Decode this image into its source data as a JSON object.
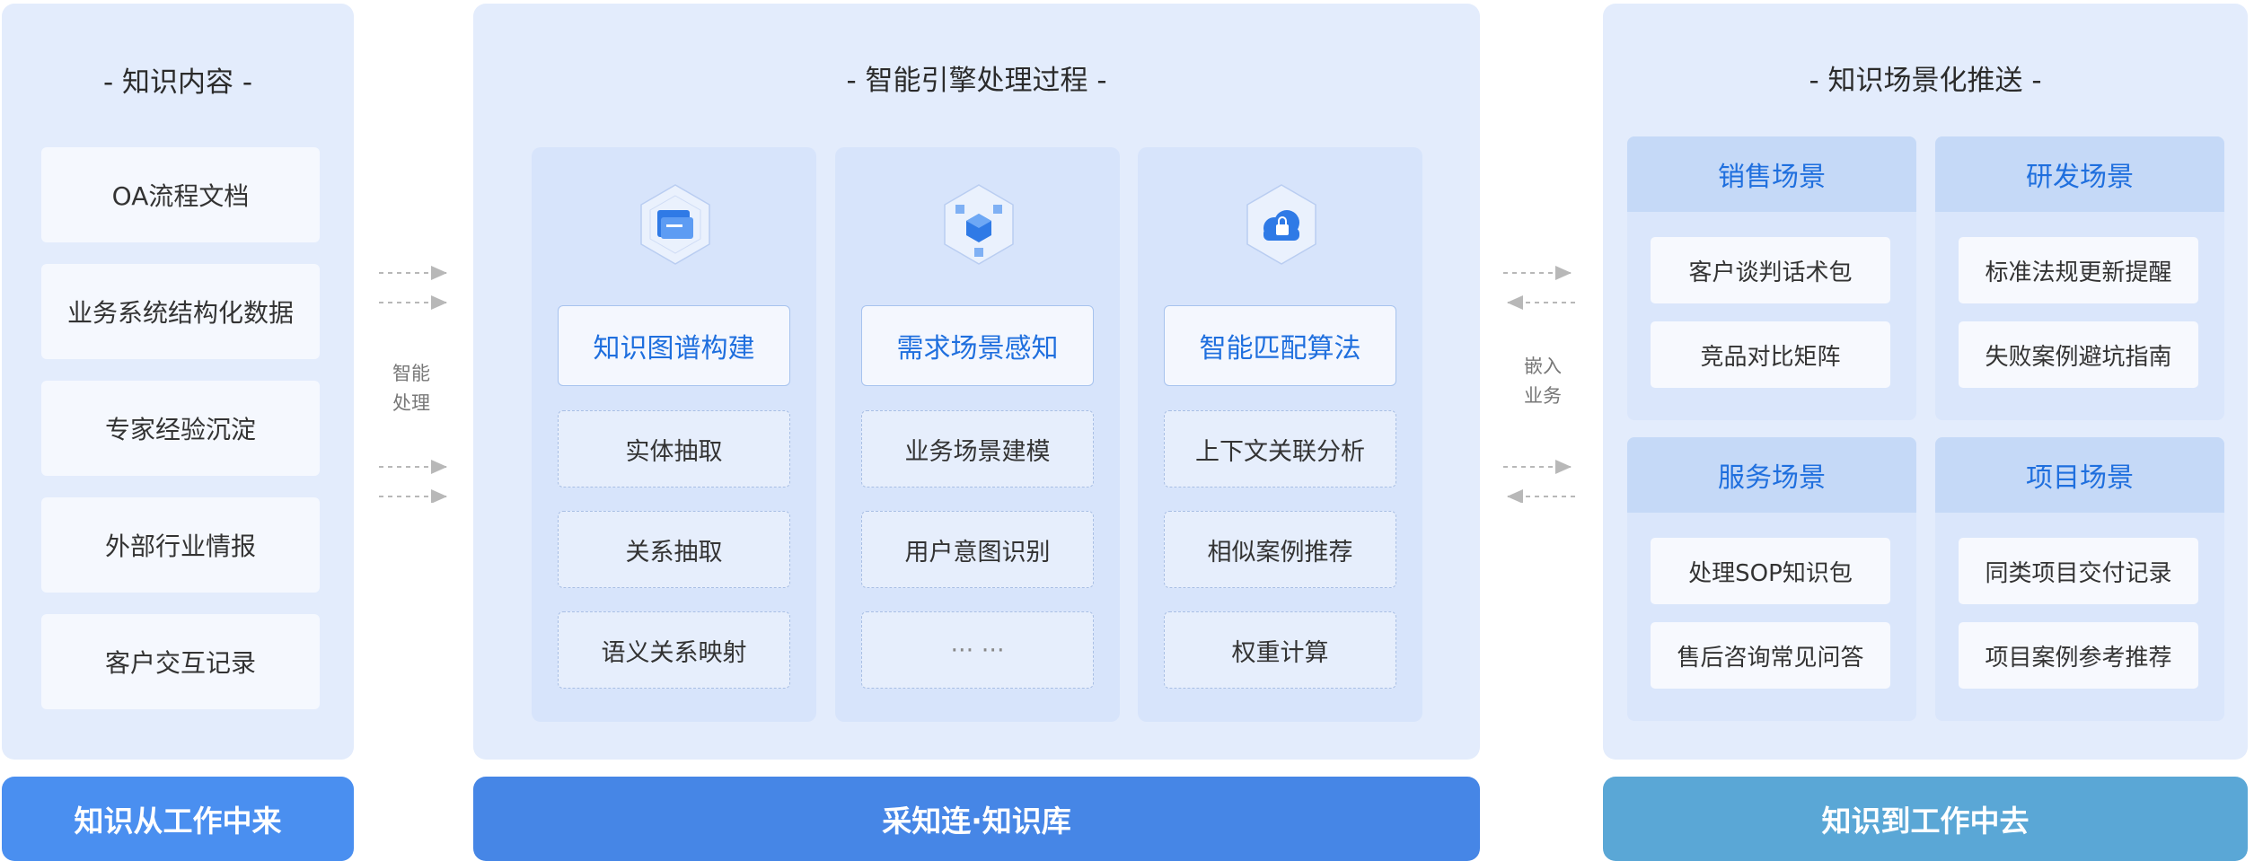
{
  "left": {
    "title": "- 知识内容 -",
    "items": [
      "OA流程文档",
      "业务系统结构化数据",
      "专家经验沉淀",
      "外部行业情报",
      "客户交互记录"
    ],
    "bar": "知识从工作中来"
  },
  "flow_left": {
    "label_line1": "智能",
    "label_line2": "处理"
  },
  "middle": {
    "title": "- 智能引擎处理过程 -",
    "columns": [
      {
        "icon": "folder-icon",
        "head": "知识图谱构建",
        "items": [
          "实体抽取",
          "关系抽取",
          "语义关系映射"
        ]
      },
      {
        "icon": "cube-network-icon",
        "head": "需求场景感知",
        "items": [
          "业务场景建模",
          "用户意图识别",
          "··· ···"
        ]
      },
      {
        "icon": "cloud-lock-icon",
        "head": "智能匹配算法",
        "items": [
          "上下文关联分析",
          "相似案例推荐",
          "权重计算"
        ]
      }
    ],
    "bar": "采知连·知识库"
  },
  "flow_right": {
    "label_line1": "嵌入",
    "label_line2": "业务"
  },
  "right": {
    "title": "- 知识场景化推送 -",
    "scenes": [
      {
        "head": "销售场景",
        "items": [
          "客户谈判话术包",
          "竞品对比矩阵"
        ]
      },
      {
        "head": "研发场景",
        "items": [
          "标准法规更新提醒",
          "失败案例避坑指南"
        ]
      },
      {
        "head": "服务场景",
        "items": [
          "处理SOP知识包",
          "售后咨询常见问答"
        ]
      },
      {
        "head": "项目场景",
        "items": [
          "同类项目交付记录",
          "项目案例参考推荐"
        ]
      }
    ],
    "bar": "知识到工作中去"
  },
  "colors": {
    "panel_bg": "#e3ecfc",
    "accent_blue": "#1f6fde",
    "bar_left": "#4a8ff0",
    "bar_middle": "#4686e6",
    "bar_right": "#5aa7d6"
  }
}
